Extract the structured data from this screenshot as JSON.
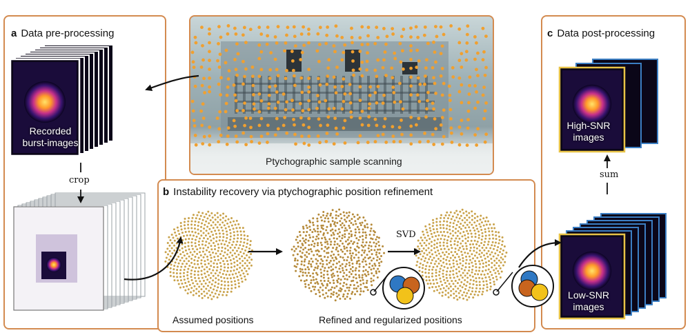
{
  "panels": {
    "a": {
      "letter": "a",
      "title": "Data pre-processing"
    },
    "b": {
      "letter": "b",
      "title": "Instability recovery via ptychographic position refinement"
    },
    "c": {
      "letter": "c",
      "title": "Data post-processing"
    }
  },
  "labels": {
    "recorded": [
      "Recorded",
      "burst-images"
    ],
    "crop": "crop",
    "scan": "Ptychographic sample scanning",
    "svd": "SVD",
    "assumed": "Assumed positions",
    "refined": "Refined and regularized positions",
    "sum": "sum",
    "high": [
      "High-SNR",
      "images"
    ],
    "low": [
      "Low-SNR",
      "images"
    ]
  },
  "colors": {
    "panel_border": "#d38a4f",
    "scan_dot": "#f0a030",
    "position_dot": "#c9a24a",
    "frame_blue": "#3c7fc4",
    "frame_yellow": "#e8c347",
    "circle_orange": "#c8641e",
    "circle_blue": "#2f78c3",
    "circle_yellow": "#f2c21a"
  }
}
